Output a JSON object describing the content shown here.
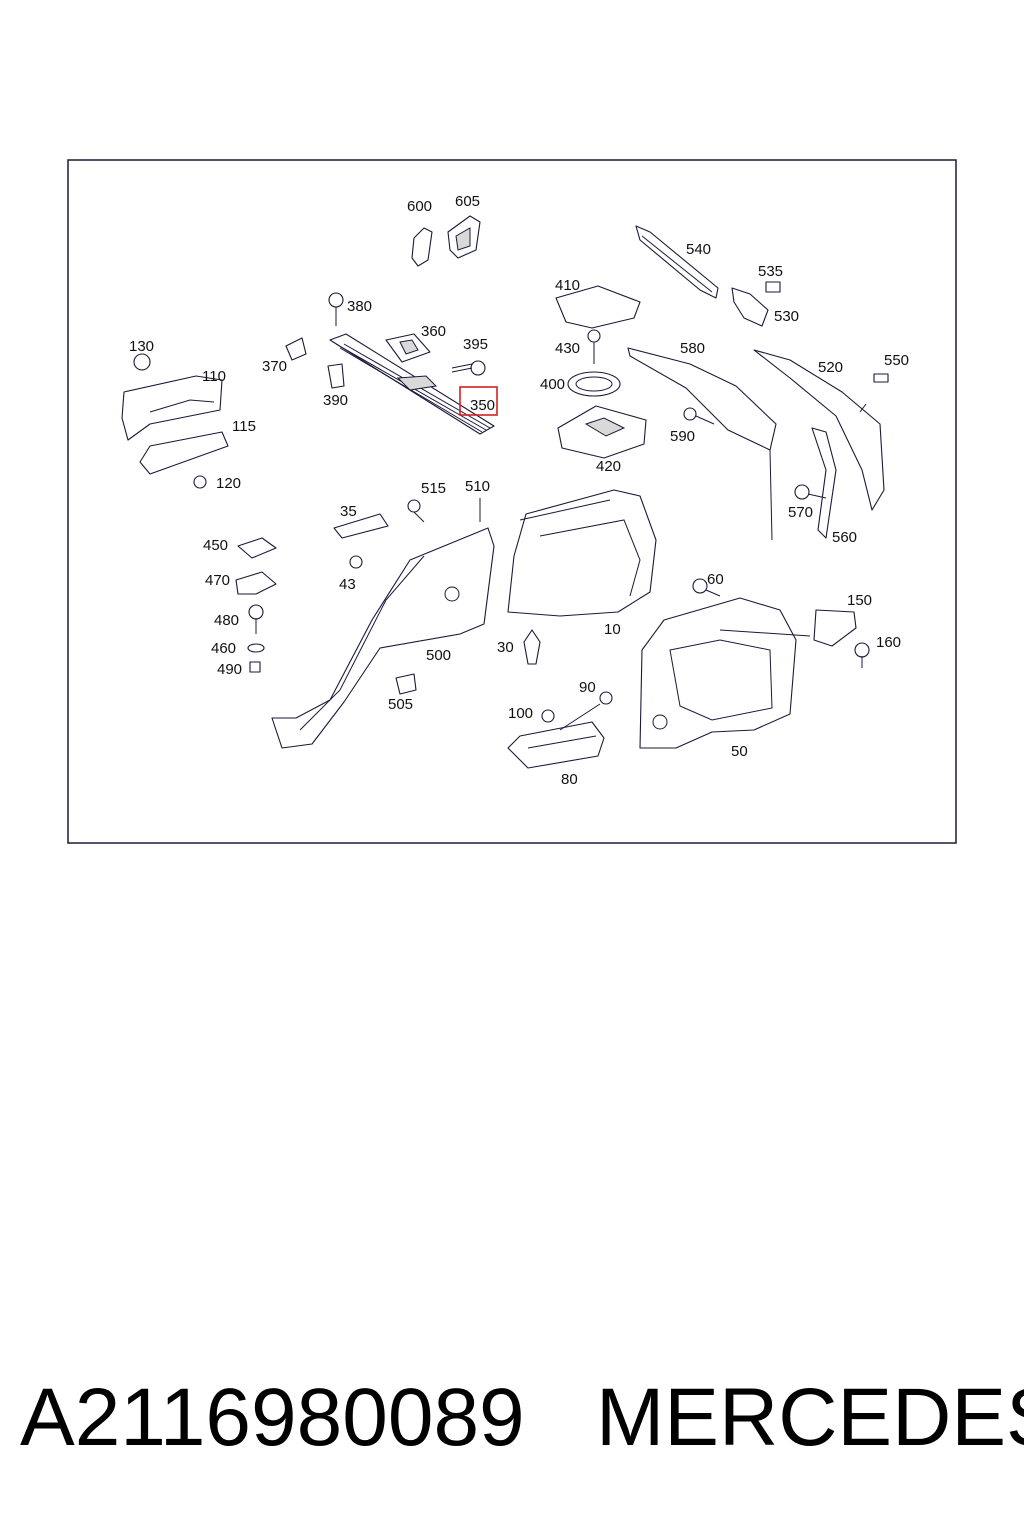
{
  "caption": {
    "part_number": "A2116980089",
    "brand": "MERCEDES"
  },
  "diagram": {
    "highlighted_callout": "350",
    "callouts": [
      "600",
      "605",
      "540",
      "535",
      "530",
      "380",
      "360",
      "395",
      "410",
      "130",
      "110",
      "370",
      "390",
      "350",
      "430",
      "580",
      "520",
      "550",
      "400",
      "115",
      "590",
      "420",
      "120",
      "515",
      "510",
      "35",
      "450",
      "470",
      "43",
      "60",
      "150",
      "480",
      "30",
      "460",
      "490",
      "500",
      "10",
      "160",
      "505",
      "90",
      "100",
      "50",
      "80",
      "570",
      "560"
    ]
  }
}
